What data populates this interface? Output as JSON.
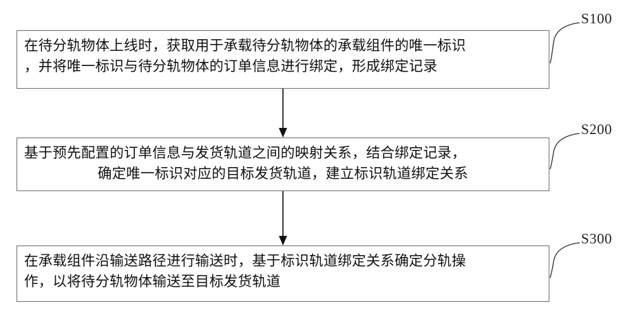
{
  "steps": [
    {
      "label": "S100",
      "line1": "在待分轨物体上线时，获取用于承载待分轨物体的承载组件的唯一标识",
      "line2": "，并将唯一标识与待分轨物体的订单信息进行绑定，形成绑定记录"
    },
    {
      "label": "S200",
      "line1": "基于预先配置的订单信息与发货轨道之间的映射关系，结合绑定记录，",
      "line2": "确定唯一标识对应的目标发货轨道，建立标识轨道绑定关系"
    },
    {
      "label": "S300",
      "line1": "在承载组件沿输送路径进行输送时，基于标识轨道绑定关系确定分轨操",
      "line2": "作，以将待分轨物体输送至目标发货轨道"
    }
  ]
}
